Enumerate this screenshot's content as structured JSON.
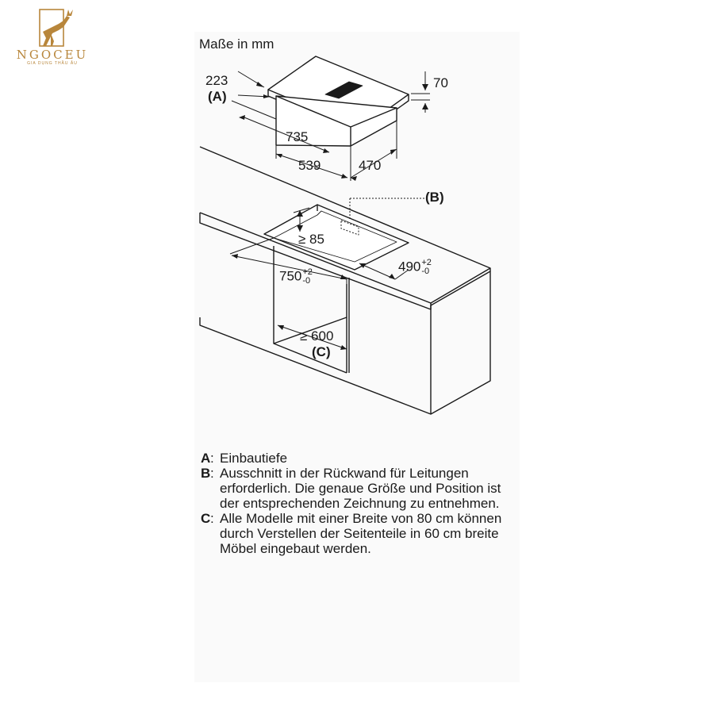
{
  "brand": {
    "name": "NGOCEU",
    "tagline": "GIA DỤNG THẦU ÂU",
    "color": "#b8863b"
  },
  "units_label": "Maße in mm",
  "dimensions": {
    "height_total": "223",
    "label_a": "(A)",
    "glass_thickness": "70",
    "length_top": "735",
    "depth_top": "470",
    "width_body": "539",
    "label_b": "(B)",
    "min_gap": "≥ 85",
    "cutout_depth": "490",
    "cutout_depth_tol_plus": "+2",
    "cutout_depth_tol_minus": "-0",
    "cutout_width": "750",
    "cutout_width_tol_plus": "+2",
    "cutout_width_tol_minus": "-0",
    "cabinet_width": "≥ 600",
    "label_c": "(C)"
  },
  "legend": [
    {
      "key": "A",
      "text": "Einbautiefe"
    },
    {
      "key": "B",
      "text": "Ausschnitt in der Rückwand für Leitungen erforderlich. Die genaue Größe und Position ist der entsprechenden Zeichnung zu entnehmen."
    },
    {
      "key": "C",
      "text": "Alle Modelle mit einer Breite von 80 cm können durch Verstellen der Seitenteile in 60 cm breite Möbel eingebaut werden."
    }
  ]
}
